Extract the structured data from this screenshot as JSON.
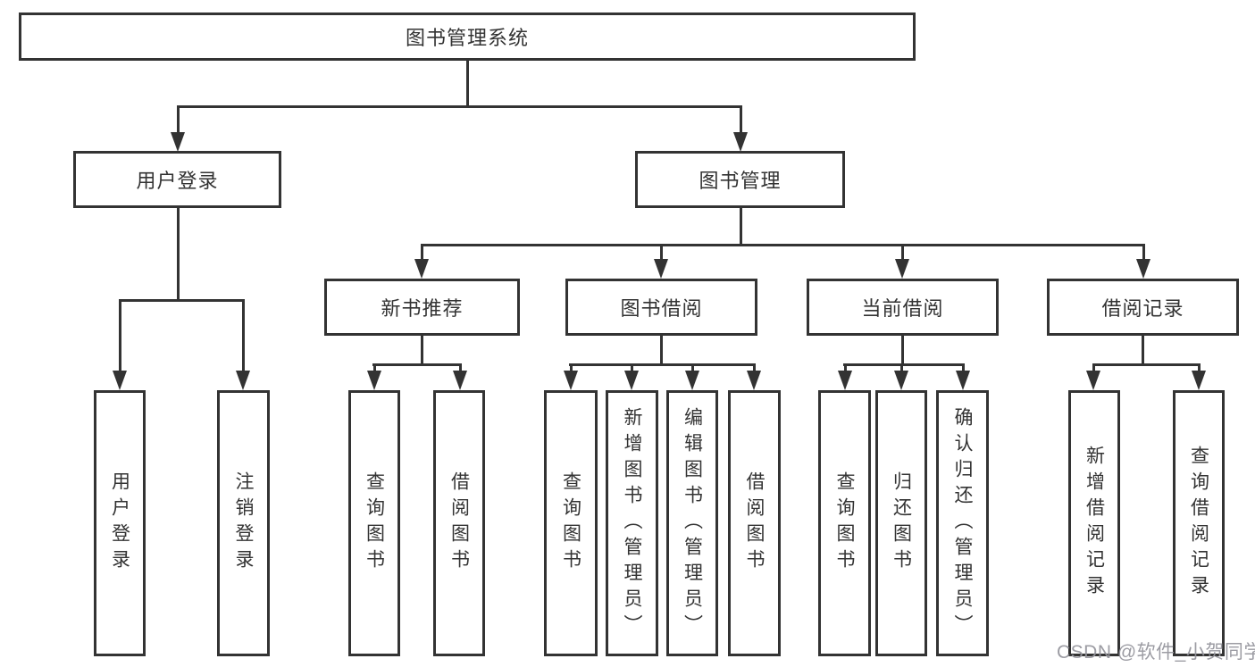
{
  "colors": {
    "line": "#333333",
    "text": "#333333",
    "box_background": "#ffffff",
    "watermark": "#94949c"
  },
  "watermark": {
    "text": "CSDN @软件_小贺同学"
  },
  "tree": {
    "label": "图书管理系统",
    "children": [
      {
        "label": "用户登录",
        "children": [
          {
            "label": "用户登录"
          },
          {
            "label": "注销登录"
          }
        ]
      },
      {
        "label": "图书管理",
        "children": [
          {
            "label": "新书推荐",
            "children": [
              {
                "label": "查询图书"
              },
              {
                "label": "借阅图书"
              }
            ]
          },
          {
            "label": "图书借阅",
            "children": [
              {
                "label": "查询图书"
              },
              {
                "label": "新增图书（管理员）"
              },
              {
                "label": "编辑图书（管理员）"
              },
              {
                "label": "借阅图书"
              }
            ]
          },
          {
            "label": "当前借阅",
            "children": [
              {
                "label": "查询图书"
              },
              {
                "label": "归还图书"
              },
              {
                "label": "确认归还（管理员）"
              }
            ]
          },
          {
            "label": "借阅记录",
            "children": [
              {
                "label": "新增借阅记录"
              },
              {
                "label": "查询借阅记录"
              }
            ]
          }
        ]
      }
    ]
  }
}
